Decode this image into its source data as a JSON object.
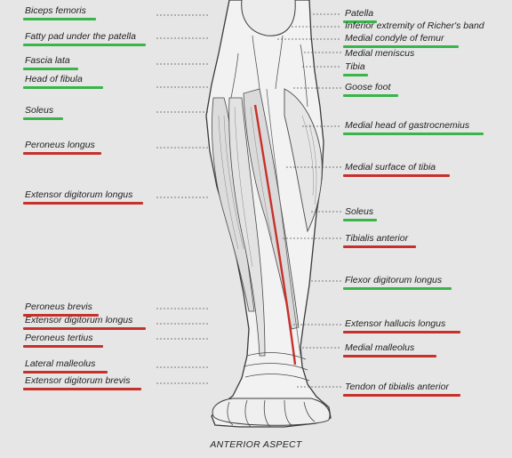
{
  "caption": "ANTERIOR ASPECT",
  "colors": {
    "background": "#e6e6e6",
    "green": "#39b54a",
    "red": "#c8312b",
    "leader": "#555555",
    "tendon_highlight": "#c8312b"
  },
  "left_labels": [
    {
      "id": "biceps-femoris",
      "text": "Biceps femoris",
      "underline": "green"
    },
    {
      "id": "fatty-pad",
      "text": "Fatty pad under the patella",
      "underline": "green"
    },
    {
      "id": "fascia-lata",
      "text": "Fascia lata",
      "underline": "green"
    },
    {
      "id": "head-of-fibula",
      "text": "Head of fibula",
      "underline": "green"
    },
    {
      "id": "soleus-left",
      "text": "Soleus",
      "underline": "green"
    },
    {
      "id": "peroneus-longus",
      "text": "Peroneus longus",
      "underline": "red"
    },
    {
      "id": "extensor-digitorum-longus",
      "text": "Extensor digitorum longus",
      "underline": "red"
    },
    {
      "id": "peroneus-brevis",
      "text": "Peroneus brevis",
      "underline": "red"
    },
    {
      "id": "extensor-digitorum-longus-2",
      "text": "Extensor digitorum longus",
      "underline": "red"
    },
    {
      "id": "peroneus-tertius",
      "text": "Peroneus tertius",
      "underline": "red"
    },
    {
      "id": "lateral-malleolus",
      "text": "Lateral malleolus",
      "underline": "red"
    },
    {
      "id": "extensor-digitorum-brevis",
      "text": "Extensor digitorum brevis",
      "underline": "red"
    }
  ],
  "right_labels": [
    {
      "id": "patella",
      "text": "Patella",
      "underline": "green"
    },
    {
      "id": "richer-band",
      "text": "Inferior extremity of Richer's band",
      "underline": "none"
    },
    {
      "id": "medial-condyle",
      "text": "Medial condyle of femur",
      "underline": "green"
    },
    {
      "id": "medial-meniscus",
      "text": "Medial meniscus",
      "underline": "none"
    },
    {
      "id": "tibia",
      "text": "Tibia",
      "underline": "green"
    },
    {
      "id": "goose-foot",
      "text": "Goose foot",
      "underline": "green"
    },
    {
      "id": "medial-head-gastrocnemius",
      "text": "Medial head of gastrocnemius",
      "underline": "green"
    },
    {
      "id": "medial-surface-tibia",
      "text": "Medial surface of tibia",
      "underline": "red"
    },
    {
      "id": "soleus-right",
      "text": "Soleus",
      "underline": "green"
    },
    {
      "id": "tibialis-anterior",
      "text": "Tibialis anterior",
      "underline": "red"
    },
    {
      "id": "flexor-digitorum-longus",
      "text": "Flexor digitorum longus",
      "underline": "green"
    },
    {
      "id": "extensor-hallucis-longus",
      "text": "Extensor hallucis longus",
      "underline": "red"
    },
    {
      "id": "medial-malleolus",
      "text": "Medial malleolus",
      "underline": "red"
    },
    {
      "id": "tendon-tibialis-anterior",
      "text": "Tendon of tibialis anterior",
      "underline": "red"
    }
  ]
}
